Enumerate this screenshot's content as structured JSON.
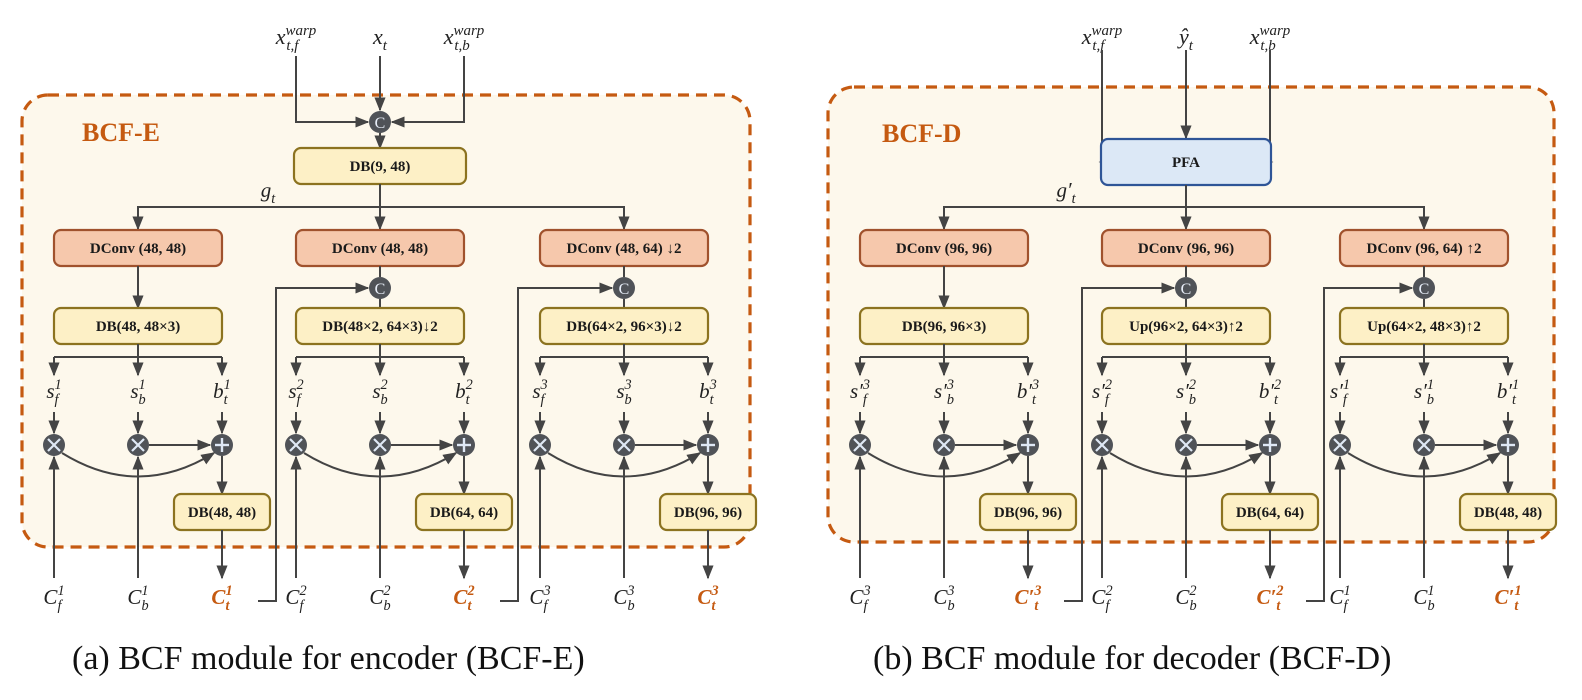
{
  "colors": {
    "panel_border": "#c55a11",
    "panel_fill": "#fdf8ec",
    "dconv_fill": "#f6c8ac",
    "dconv_border": "#a0522d",
    "db_fill": "#fdf0c6",
    "db_border": "#8c7320",
    "pfa_fill": "#dce8f6",
    "pfa_border": "#2f5597",
    "line": "#444444",
    "op_fill": "#505358",
    "output_text": "#c55a11"
  },
  "panels": [
    {
      "id": "encoder",
      "title": "BCF-E",
      "caption": "(a) BCF module for encoder (BCF-E)",
      "inputs": [
        {
          "base": "x",
          "sub": "t,f",
          "sup": "warp"
        },
        {
          "base": "x",
          "sub": "t",
          "sup": ""
        },
        {
          "base": "x",
          "sub": "t,b",
          "sup": "warp"
        }
      ],
      "fusion_block": {
        "type": "concat-then-db",
        "label": "DB(9, 48)"
      },
      "shared_feature": {
        "base": "g",
        "sub": "t",
        "prime": false
      },
      "columns": [
        {
          "dconv": "DConv (48, 48)",
          "has_concat": false,
          "db": "DB(48, 48×3)",
          "params": [
            {
              "base": "s",
              "sub": "f",
              "sup": "1"
            },
            {
              "base": "s",
              "sub": "b",
              "sup": "1"
            },
            {
              "base": "b",
              "sub": "t",
              "sup": "1"
            }
          ],
          "out_db": "DB(48, 48)",
          "bottom": [
            {
              "base": "C",
              "sub": "f",
              "sup": "1"
            },
            {
              "base": "C",
              "sub": "b",
              "sup": "1"
            },
            {
              "base": "C",
              "sub": "t",
              "sup": "1",
              "output": true
            }
          ]
        },
        {
          "dconv": "DConv (48, 48)",
          "has_concat": true,
          "db": "DB(48×2, 64×3)↓2",
          "params": [
            {
              "base": "s",
              "sub": "f",
              "sup": "2"
            },
            {
              "base": "s",
              "sub": "b",
              "sup": "2"
            },
            {
              "base": "b",
              "sub": "t",
              "sup": "2"
            }
          ],
          "out_db": "DB(64, 64)",
          "bottom": [
            {
              "base": "C",
              "sub": "f",
              "sup": "2"
            },
            {
              "base": "C",
              "sub": "b",
              "sup": "2"
            },
            {
              "base": "C",
              "sub": "t",
              "sup": "2",
              "output": true
            }
          ]
        },
        {
          "dconv": "DConv (48, 64) ↓2",
          "has_concat": true,
          "db": "DB(64×2, 96×3)↓2",
          "params": [
            {
              "base": "s",
              "sub": "f",
              "sup": "3"
            },
            {
              "base": "s",
              "sub": "b",
              "sup": "3"
            },
            {
              "base": "b",
              "sub": "t",
              "sup": "3"
            }
          ],
          "out_db": "DB(96, 96)",
          "bottom": [
            {
              "base": "C",
              "sub": "f",
              "sup": "3"
            },
            {
              "base": "C",
              "sub": "b",
              "sup": "3"
            },
            {
              "base": "C",
              "sub": "t",
              "sup": "3",
              "output": true
            }
          ]
        }
      ]
    },
    {
      "id": "decoder",
      "title": "BCF-D",
      "caption": "(b) BCF module for decoder (BCF-D)",
      "inputs": [
        {
          "base": "x",
          "sub": "t,f",
          "sup": "warp"
        },
        {
          "base": "ŷ",
          "sub": "t",
          "sup": ""
        },
        {
          "base": "x",
          "sub": "t,b",
          "sup": "warp"
        }
      ],
      "fusion_block": {
        "type": "pfa",
        "label": "PFA"
      },
      "shared_feature": {
        "base": "g",
        "sub": "t",
        "prime": true
      },
      "columns": [
        {
          "dconv": "DConv (96, 96)",
          "has_concat": false,
          "db": "DB(96, 96×3)",
          "params": [
            {
              "base": "s′",
              "sub": "f",
              "sup": "3"
            },
            {
              "base": "s′",
              "sub": "b",
              "sup": "3"
            },
            {
              "base": "b′",
              "sub": "t",
              "sup": "3"
            }
          ],
          "out_db": "DB(96, 96)",
          "bottom": [
            {
              "base": "C",
              "sub": "f",
              "sup": "3"
            },
            {
              "base": "C",
              "sub": "b",
              "sup": "3"
            },
            {
              "base": "C′",
              "sub": "t",
              "sup": "3",
              "output": true
            }
          ]
        },
        {
          "dconv": "DConv (96, 96)",
          "has_concat": true,
          "db": "Up(96×2, 64×3)↑2",
          "params": [
            {
              "base": "s′",
              "sub": "f",
              "sup": "2"
            },
            {
              "base": "s′",
              "sub": "b",
              "sup": "2"
            },
            {
              "base": "b′",
              "sub": "t",
              "sup": "2"
            }
          ],
          "out_db": "DB(64, 64)",
          "bottom": [
            {
              "base": "C",
              "sub": "f",
              "sup": "2"
            },
            {
              "base": "C",
              "sub": "b",
              "sup": "2"
            },
            {
              "base": "C′",
              "sub": "t",
              "sup": "2",
              "output": true
            }
          ]
        },
        {
          "dconv": "DConv (96, 64) ↑2",
          "has_concat": true,
          "db": "Up(64×2, 48×3)↑2",
          "params": [
            {
              "base": "s′",
              "sub": "f",
              "sup": "1"
            },
            {
              "base": "s′",
              "sub": "b",
              "sup": "1"
            },
            {
              "base": "b′",
              "sub": "t",
              "sup": "1"
            }
          ],
          "out_db": "DB(48, 48)",
          "bottom": [
            {
              "base": "C",
              "sub": "f",
              "sup": "1"
            },
            {
              "base": "C",
              "sub": "b",
              "sup": "1"
            },
            {
              "base": "C′",
              "sub": "t",
              "sup": "1",
              "output": true
            }
          ]
        }
      ]
    }
  ],
  "operators": {
    "concat": "C",
    "multiply": "×",
    "add": "+"
  }
}
